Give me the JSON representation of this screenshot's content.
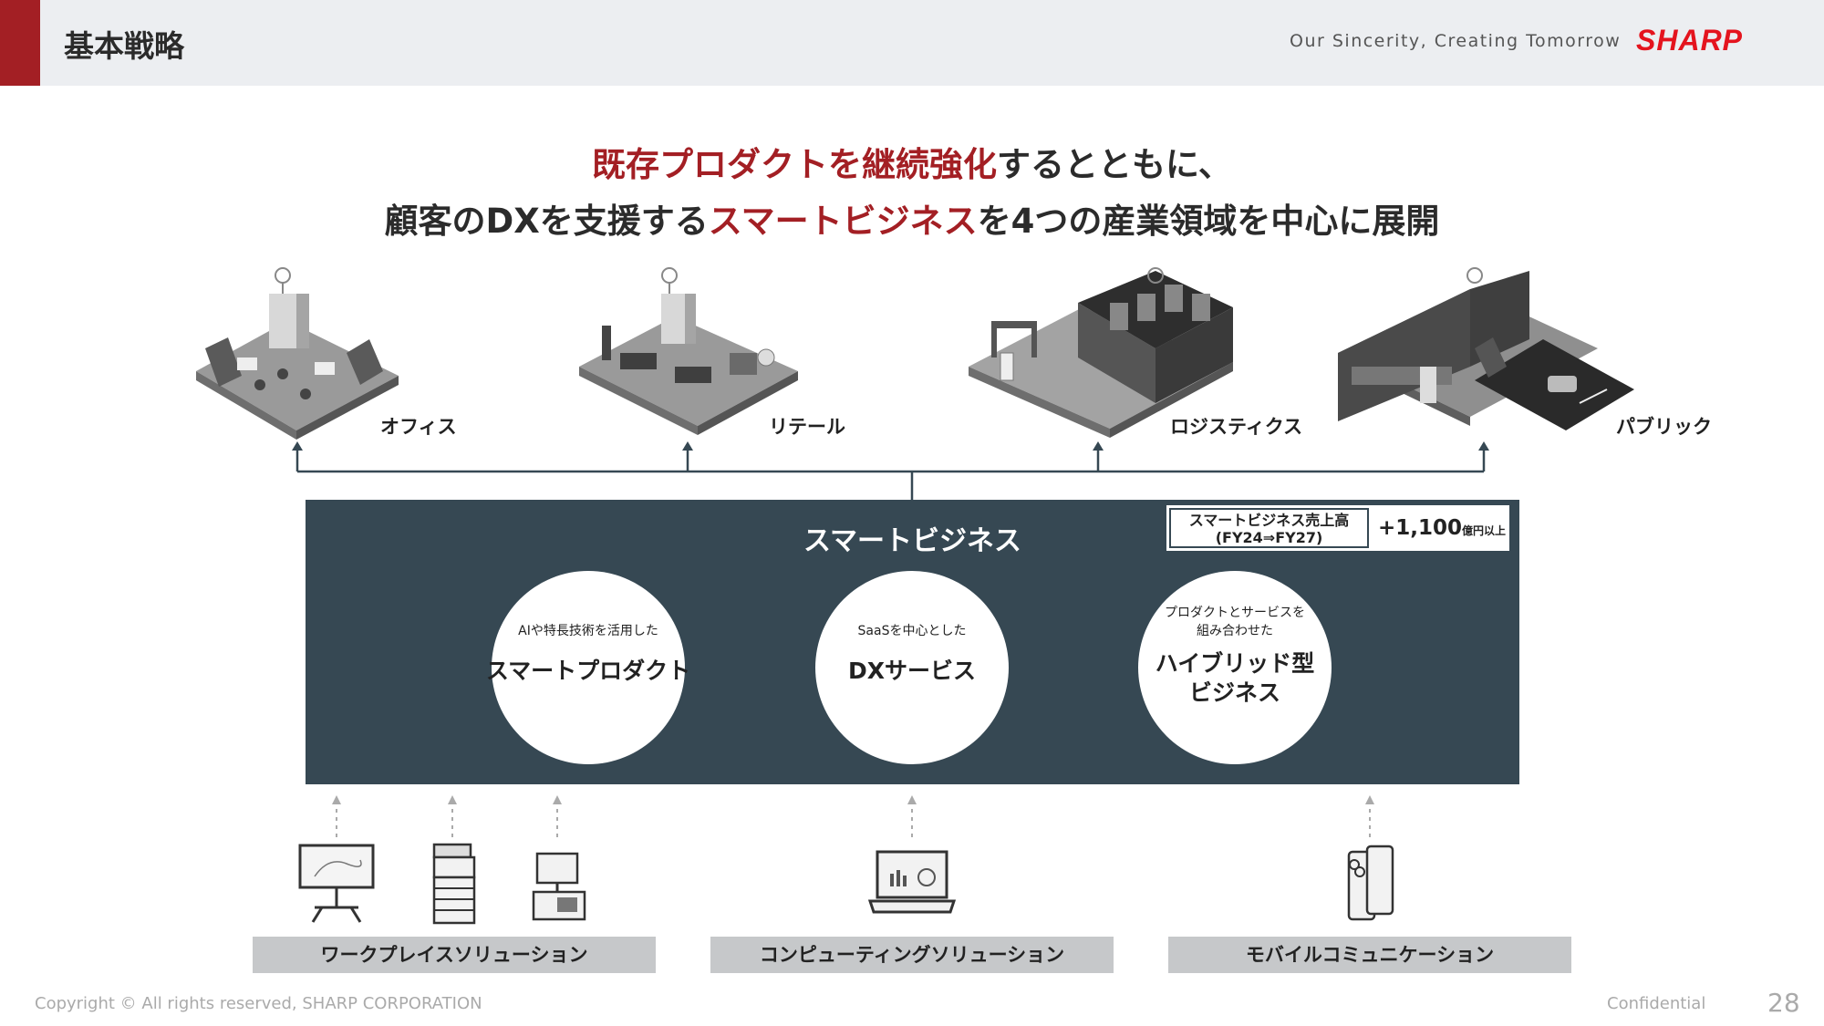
{
  "header": {
    "title": "基本戦略",
    "tagline": "Our Sincerity, Creating Tomorrow",
    "logo": "SHARP",
    "accent_color": "#a31f24"
  },
  "headline": {
    "line1_red": "既存プロダクトを継続強化",
    "line1_rest": "するとともに、",
    "line2_a": "顧客のDXを支援する",
    "line2_red": "スマートビジネス",
    "line2_b": "を4つの産業領域を中心に展開"
  },
  "industries": [
    "オフィス",
    "リテール",
    "ロジスティクス",
    "パブリック"
  ],
  "smart_business": {
    "title": "スマートビジネス",
    "sales_label_1": "スマートビジネス売上高",
    "sales_label_2": "(FY24⇒FY27)",
    "sales_value": "+1,100",
    "sales_unit": "億円以上",
    "box_color": "#364853",
    "pillars": [
      {
        "sub": [
          "AIや特長技術を活用した"
        ],
        "main": [
          "スマートプロダクト"
        ]
      },
      {
        "sub": [
          "SaaSを中心とした"
        ],
        "main": [
          "DXサービス"
        ]
      },
      {
        "sub": [
          "プロダクトとサービスを",
          "組み合わせた"
        ],
        "main": [
          "ハイブリッド型",
          "ビジネス"
        ]
      }
    ]
  },
  "solutions": [
    "ワークプレイスソリューション",
    "コンピューティングソリューション",
    "モバイルコミュニケーション"
  ],
  "footer": {
    "copyright": "Copyright © All rights reserved, SHARP CORPORATION",
    "confidential": "Confidential",
    "page": "28"
  }
}
